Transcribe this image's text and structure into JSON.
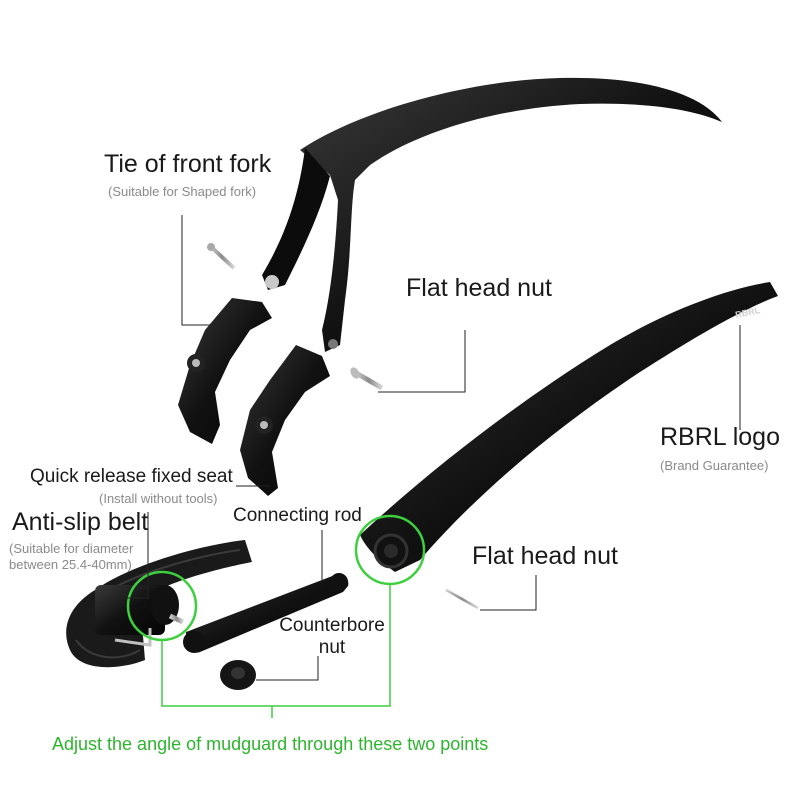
{
  "labels": {
    "front_fork_tie": {
      "title": "Tie of front fork",
      "note": "(Suitable for Shaped fork)"
    },
    "flat_head_nut_top": {
      "title": "Flat head nut"
    },
    "rbrl_logo": {
      "title": "RBRL logo",
      "note": "(Brand Guarantee)"
    },
    "quick_release_seat": {
      "title": "Quick release fixed seat",
      "note": "(Install without tools)"
    },
    "anti_slip_belt": {
      "title": "Anti-slip belt",
      "note_line1": "(Suitable for diameter",
      "note_line2": "between 25.4-40mm)"
    },
    "connecting_rod": {
      "title": "Connecting rod"
    },
    "flat_head_nut_bottom": {
      "title": "Flat head nut"
    },
    "counterbore_nut": {
      "title_line1": "Counterbore",
      "title_line2": "nut"
    },
    "adjust_note": {
      "title": "Adjust the angle of mudguard through these two points"
    }
  },
  "product_logo": "RBRL",
  "colors": {
    "highlight_green": "#3ecf3e",
    "part_black": "#141414",
    "leader_line": "#222222"
  }
}
